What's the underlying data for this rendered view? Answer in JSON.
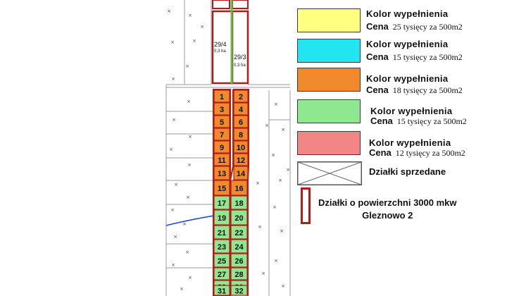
{
  "top_parcels": [
    {
      "id": "29/4",
      "area": "0,3 ha"
    },
    {
      "id": "29/3",
      "area": "0,3 ha"
    }
  ],
  "lots": [
    {
      "num": "1",
      "cat": "orange"
    },
    {
      "num": "2",
      "cat": "orange"
    },
    {
      "num": "3",
      "cat": "orange"
    },
    {
      "num": "4",
      "cat": "orange"
    },
    {
      "num": "5",
      "cat": "orange"
    },
    {
      "num": "6",
      "cat": "orange"
    },
    {
      "num": "7",
      "cat": "orange"
    },
    {
      "num": "8",
      "cat": "orange"
    },
    {
      "num": "9",
      "cat": "orange"
    },
    {
      "num": "10",
      "cat": "orange"
    },
    {
      "num": "11",
      "cat": "orange"
    },
    {
      "num": "12",
      "cat": "orange"
    },
    {
      "num": "13",
      "cat": "orange"
    },
    {
      "num": "14",
      "cat": "orange"
    },
    {
      "num": "15",
      "cat": "orange"
    },
    {
      "num": "16",
      "cat": "orange"
    },
    {
      "num": "17",
      "cat": "green"
    },
    {
      "num": "18",
      "cat": "green"
    },
    {
      "num": "19",
      "cat": "green"
    },
    {
      "num": "20",
      "cat": "green"
    },
    {
      "num": "21",
      "cat": "green"
    },
    {
      "num": "22",
      "cat": "green"
    },
    {
      "num": "23",
      "cat": "green"
    },
    {
      "num": "24",
      "cat": "green"
    },
    {
      "num": "25",
      "cat": "green"
    },
    {
      "num": "26",
      "cat": "green"
    },
    {
      "num": "27",
      "cat": "green"
    },
    {
      "num": "28",
      "cat": "green"
    },
    {
      "num": "29",
      "cat": "green"
    },
    {
      "num": "30",
      "cat": "green"
    },
    {
      "num": "31",
      "cat": "green"
    },
    {
      "num": "32",
      "cat": "green"
    }
  ],
  "legend": {
    "fill_label": "Kolor wypełnienia",
    "price_label": "Cena",
    "items": [
      {
        "key": "yellow",
        "color": "#ffff80",
        "price": "25 tysięcy za 500m2"
      },
      {
        "key": "cyan",
        "color": "#22e5f0",
        "price": "15 tysięcy za 500m2"
      },
      {
        "key": "orange",
        "color": "#f08a2c",
        "price": "18 tysięcy za 500m2"
      },
      {
        "key": "green",
        "color": "#8fe88f",
        "price": "15 tysięcy za 500m2"
      },
      {
        "key": "pink",
        "color": "#f28585",
        "price": "12 tysięcy za 500m2"
      }
    ],
    "sold_label": "Działki sprzedane",
    "large_plots_line1": "Działki o powierzchni 3000 mkw",
    "large_plots_line2": "Gleznowo 2"
  },
  "colors": {
    "orange": "#f08a2c",
    "green": "#8fe88f",
    "parcel_outline": "#b01c1c",
    "road_line": "#5fbf3a",
    "map_lines": "#9a9a9a"
  },
  "icons": {
    "sold": "crossed-box-icon",
    "large_plot": "red-outlined-rectangle-icon"
  }
}
